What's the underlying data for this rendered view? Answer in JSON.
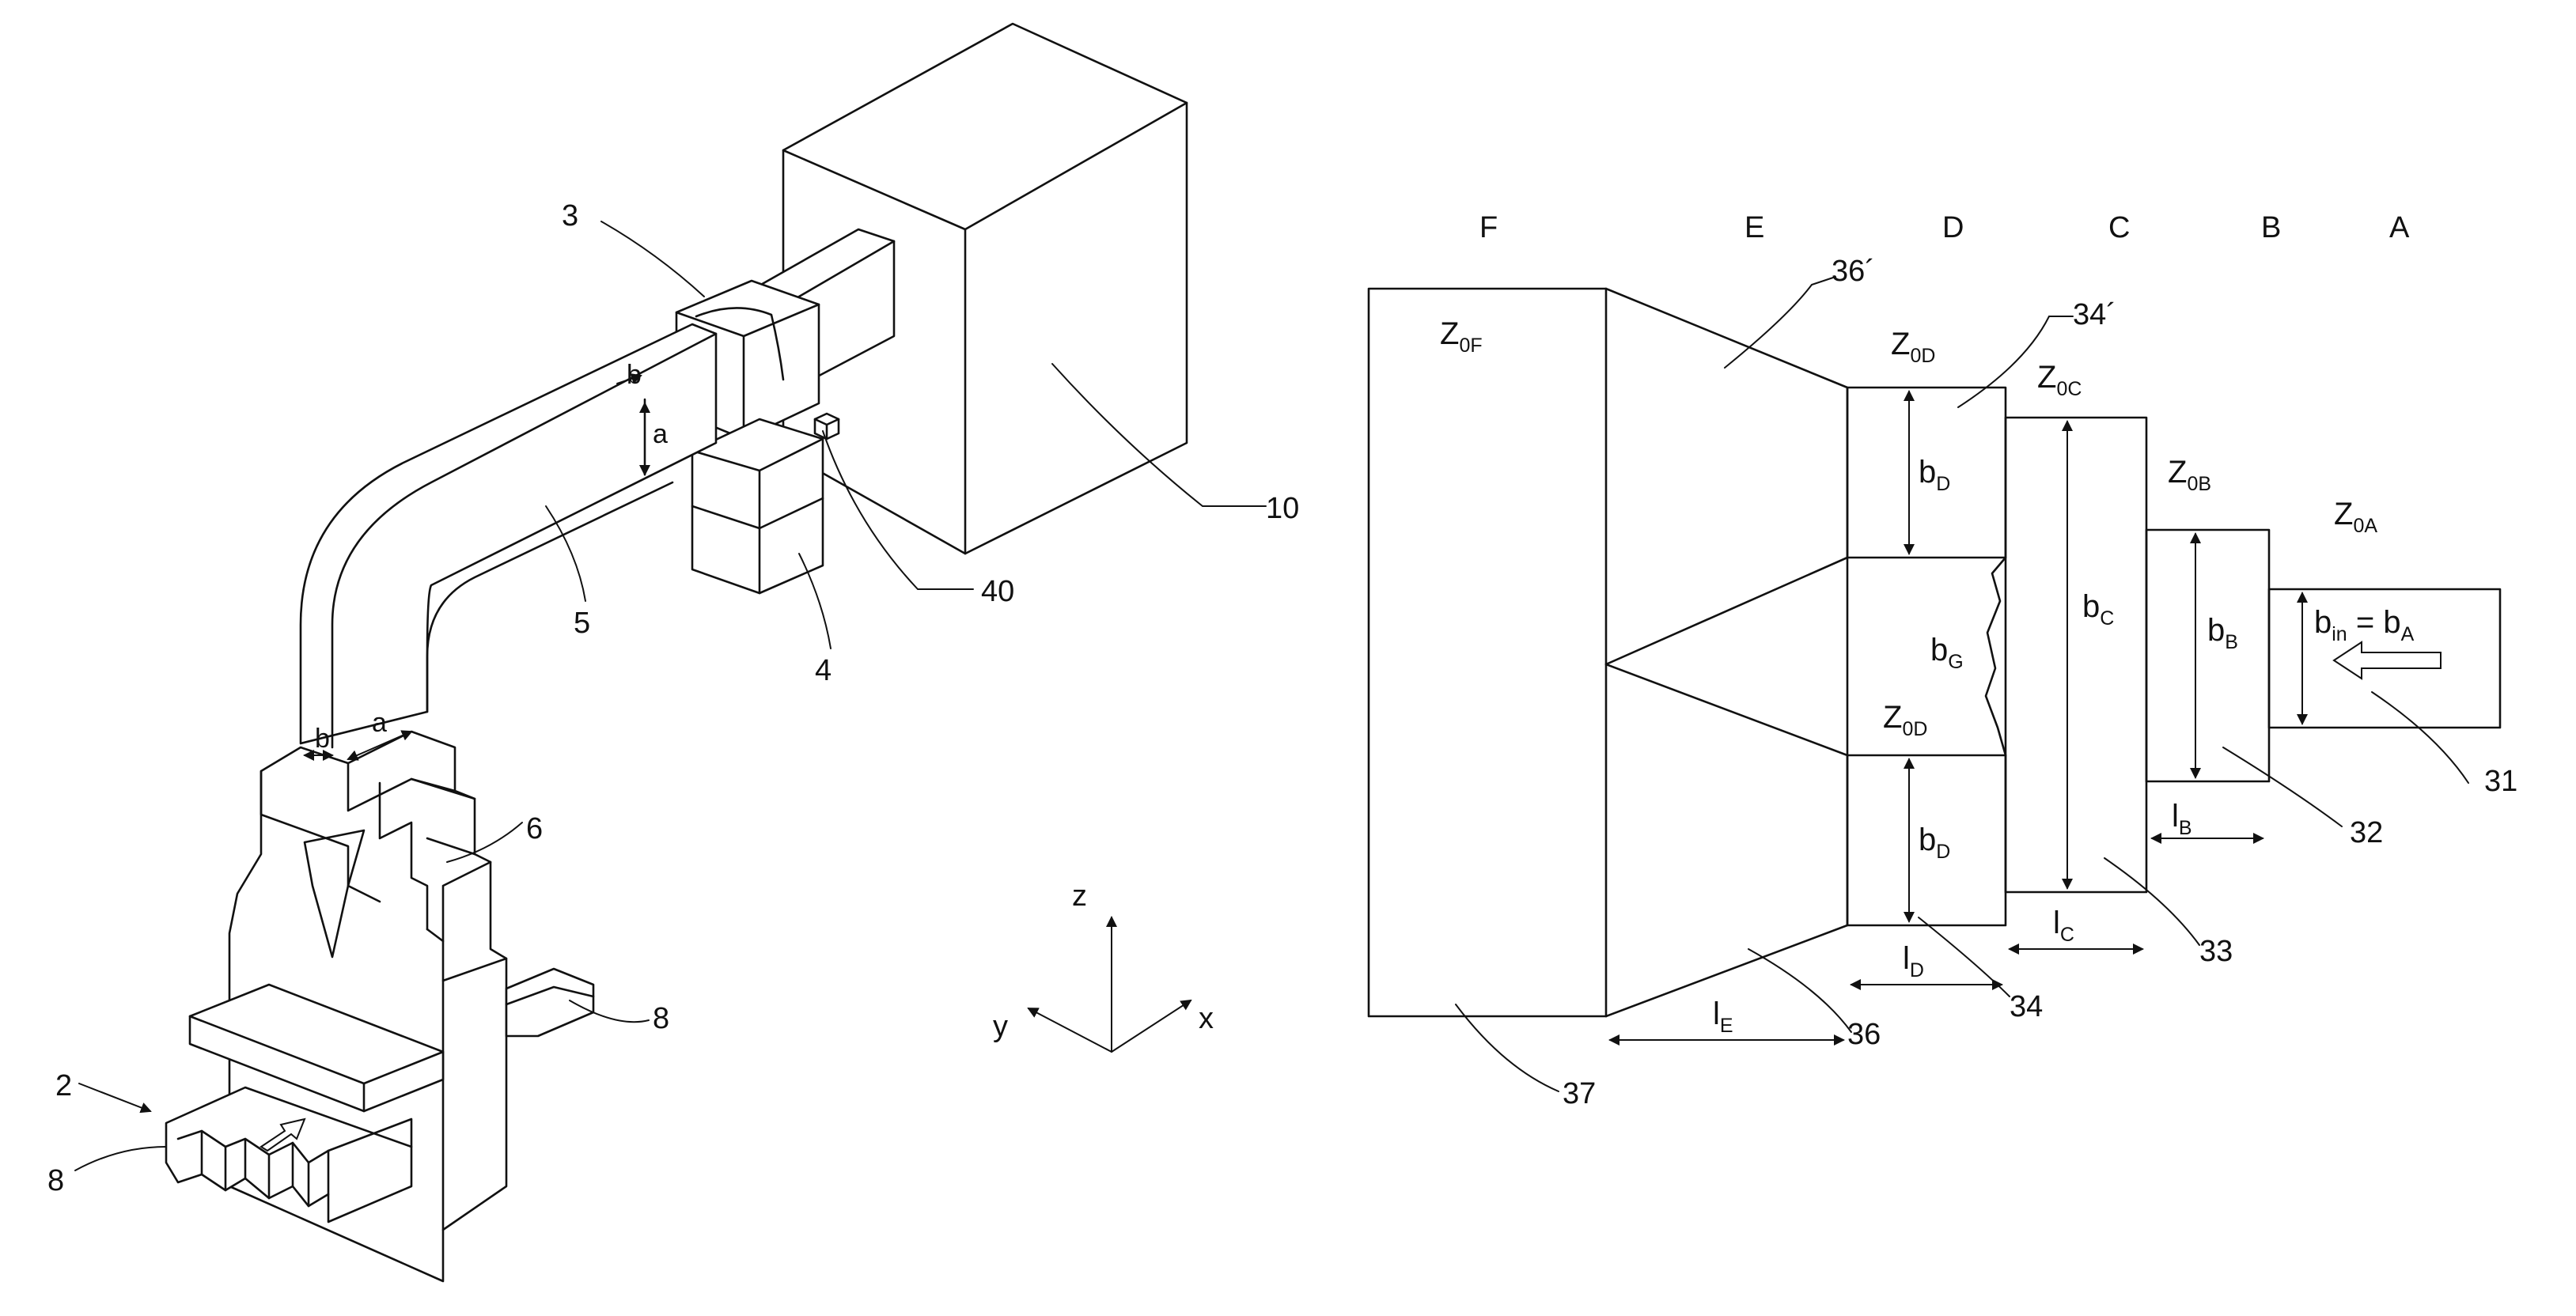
{
  "figure_left": {
    "ref_numerals": {
      "n2": "2",
      "n3": "3",
      "n4": "4",
      "n5": "5",
      "n6": "6",
      "n8a": "8",
      "n8b": "8",
      "n10": "10",
      "n40": "40"
    },
    "dims": {
      "a_top": "a",
      "b_top": "b",
      "a_bottom": "a",
      "b_bottom": "b"
    },
    "axes": {
      "x": "x",
      "y": "y",
      "z": "z"
    }
  },
  "figure_right": {
    "sections": [
      "F",
      "E",
      "D",
      "C",
      "B",
      "A"
    ],
    "impedances": {
      "F": {
        "base": "Z",
        "sub": "0F"
      },
      "D_top": {
        "base": "Z",
        "sub": "0D"
      },
      "D_mid": {
        "base": "Z",
        "sub": "0D"
      },
      "C": {
        "base": "Z",
        "sub": "0C"
      },
      "B": {
        "base": "Z",
        "sub": "0B"
      },
      "A": {
        "base": "Z",
        "sub": "0A"
      }
    },
    "widths": {
      "bD_top": {
        "base": "b",
        "sub": "D"
      },
      "bD_bottom": {
        "base": "b",
        "sub": "D"
      },
      "bC": {
        "base": "b",
        "sub": "C"
      },
      "bB": {
        "base": "b",
        "sub": "B"
      },
      "bG": {
        "base": "b",
        "sub": "G"
      },
      "bin_base": "b",
      "bin_sub": "in",
      "bin_eq": " = ",
      "bA_base": "b",
      "bA_sub": "A"
    },
    "lengths": {
      "lB": {
        "base": "l",
        "sub": "B"
      },
      "lC": {
        "base": "l",
        "sub": "C"
      },
      "lD": {
        "base": "l",
        "sub": "D"
      },
      "lE": {
        "base": "l",
        "sub": "E"
      }
    },
    "ref_numerals": {
      "n31": "31",
      "n32": "32",
      "n33": "33",
      "n34": "34",
      "n34p": "34´",
      "n36": "36",
      "n36p": "36´",
      "n37": "37"
    }
  }
}
